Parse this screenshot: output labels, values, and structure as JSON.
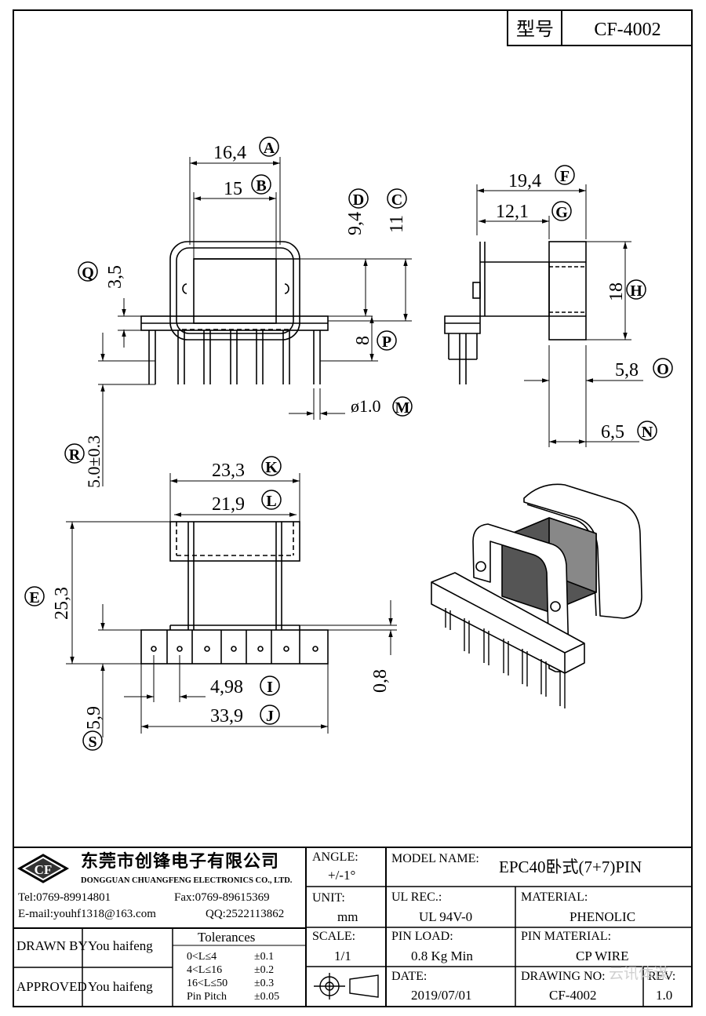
{
  "header": {
    "model_label": "型号",
    "model_value": "CF-4002"
  },
  "dims": {
    "A": "16,4",
    "B": "15",
    "C": "11",
    "D": "9,4",
    "E": "25,3",
    "F": "19,4",
    "G": "12,1",
    "H": "18",
    "I": "4,98",
    "J": "33,9",
    "K": "23,3",
    "L": "21,9",
    "M": "ø1.0",
    "N": "6,5",
    "O": "5,8",
    "P": "8",
    "Q": "3,5",
    "R": "5.0±0.3",
    "S": "5,9",
    "T": "0,8"
  },
  "letters": {
    "A": "A",
    "B": "B",
    "C": "C",
    "D": "D",
    "E": "E",
    "F": "F",
    "G": "G",
    "H": "H",
    "I": "I",
    "J": "J",
    "K": "K",
    "L": "L",
    "M": "M",
    "N": "N",
    "O": "O",
    "P": "P",
    "Q": "Q",
    "R": "R",
    "S": "S"
  },
  "company": {
    "logo_text": "CF",
    "name_cn": "东莞市创锋电子有限公司",
    "name_en": "DONGGUAN CHUANGFENG ELECTRONICS CO., LTD.",
    "tel": "Tel:0769-89914801",
    "fax": "Fax:0769-89615369",
    "email": "E-mail:youhf1318@163.com",
    "qq": "QQ:2522113862"
  },
  "title_block": {
    "angle_label": "ANGLE:",
    "angle_value": "+/-1°",
    "unit_label": "UNIT:",
    "unit_value": "mm",
    "scale_label": "SCALE:",
    "scale_value": "1/1",
    "model_name_label": "MODEL NAME:",
    "model_name_value": "EPC40卧式(7+7)PIN",
    "ul_label": "UL REC.:",
    "ul_value": "UL 94V-0",
    "material_label": "MATERIAL:",
    "material_value": "PHENOLIC",
    "pin_load_label": "PIN LOAD:",
    "pin_load_value": "0.8 Kg Min",
    "pin_material_label": "PIN MATERIAL:",
    "pin_material_value": "CP WIRE",
    "date_label": "DATE:",
    "date_value": "2019/07/01",
    "drawing_no_label": "DRAWING NO:",
    "drawing_no_value": "CF-4002",
    "rev_label": "REV:",
    "rev_value": "1.0",
    "drawn_by_label": "DRAWN BY",
    "drawn_by_value": "You haifeng",
    "approved_label": "APPROVED",
    "approved_value": "You haifeng",
    "tolerances_title": "Tolerances",
    "tolerances": [
      {
        "range": "0<L≤4",
        "value": "±0.1"
      },
      {
        "range": "4<L≤16",
        "value": "±0.2"
      },
      {
        "range": "16<L≤50",
        "value": "±0.3"
      },
      {
        "range": "Pin Pitch",
        "value": "±0.05"
      }
    ]
  },
  "watermark": "云讯体谋"
}
